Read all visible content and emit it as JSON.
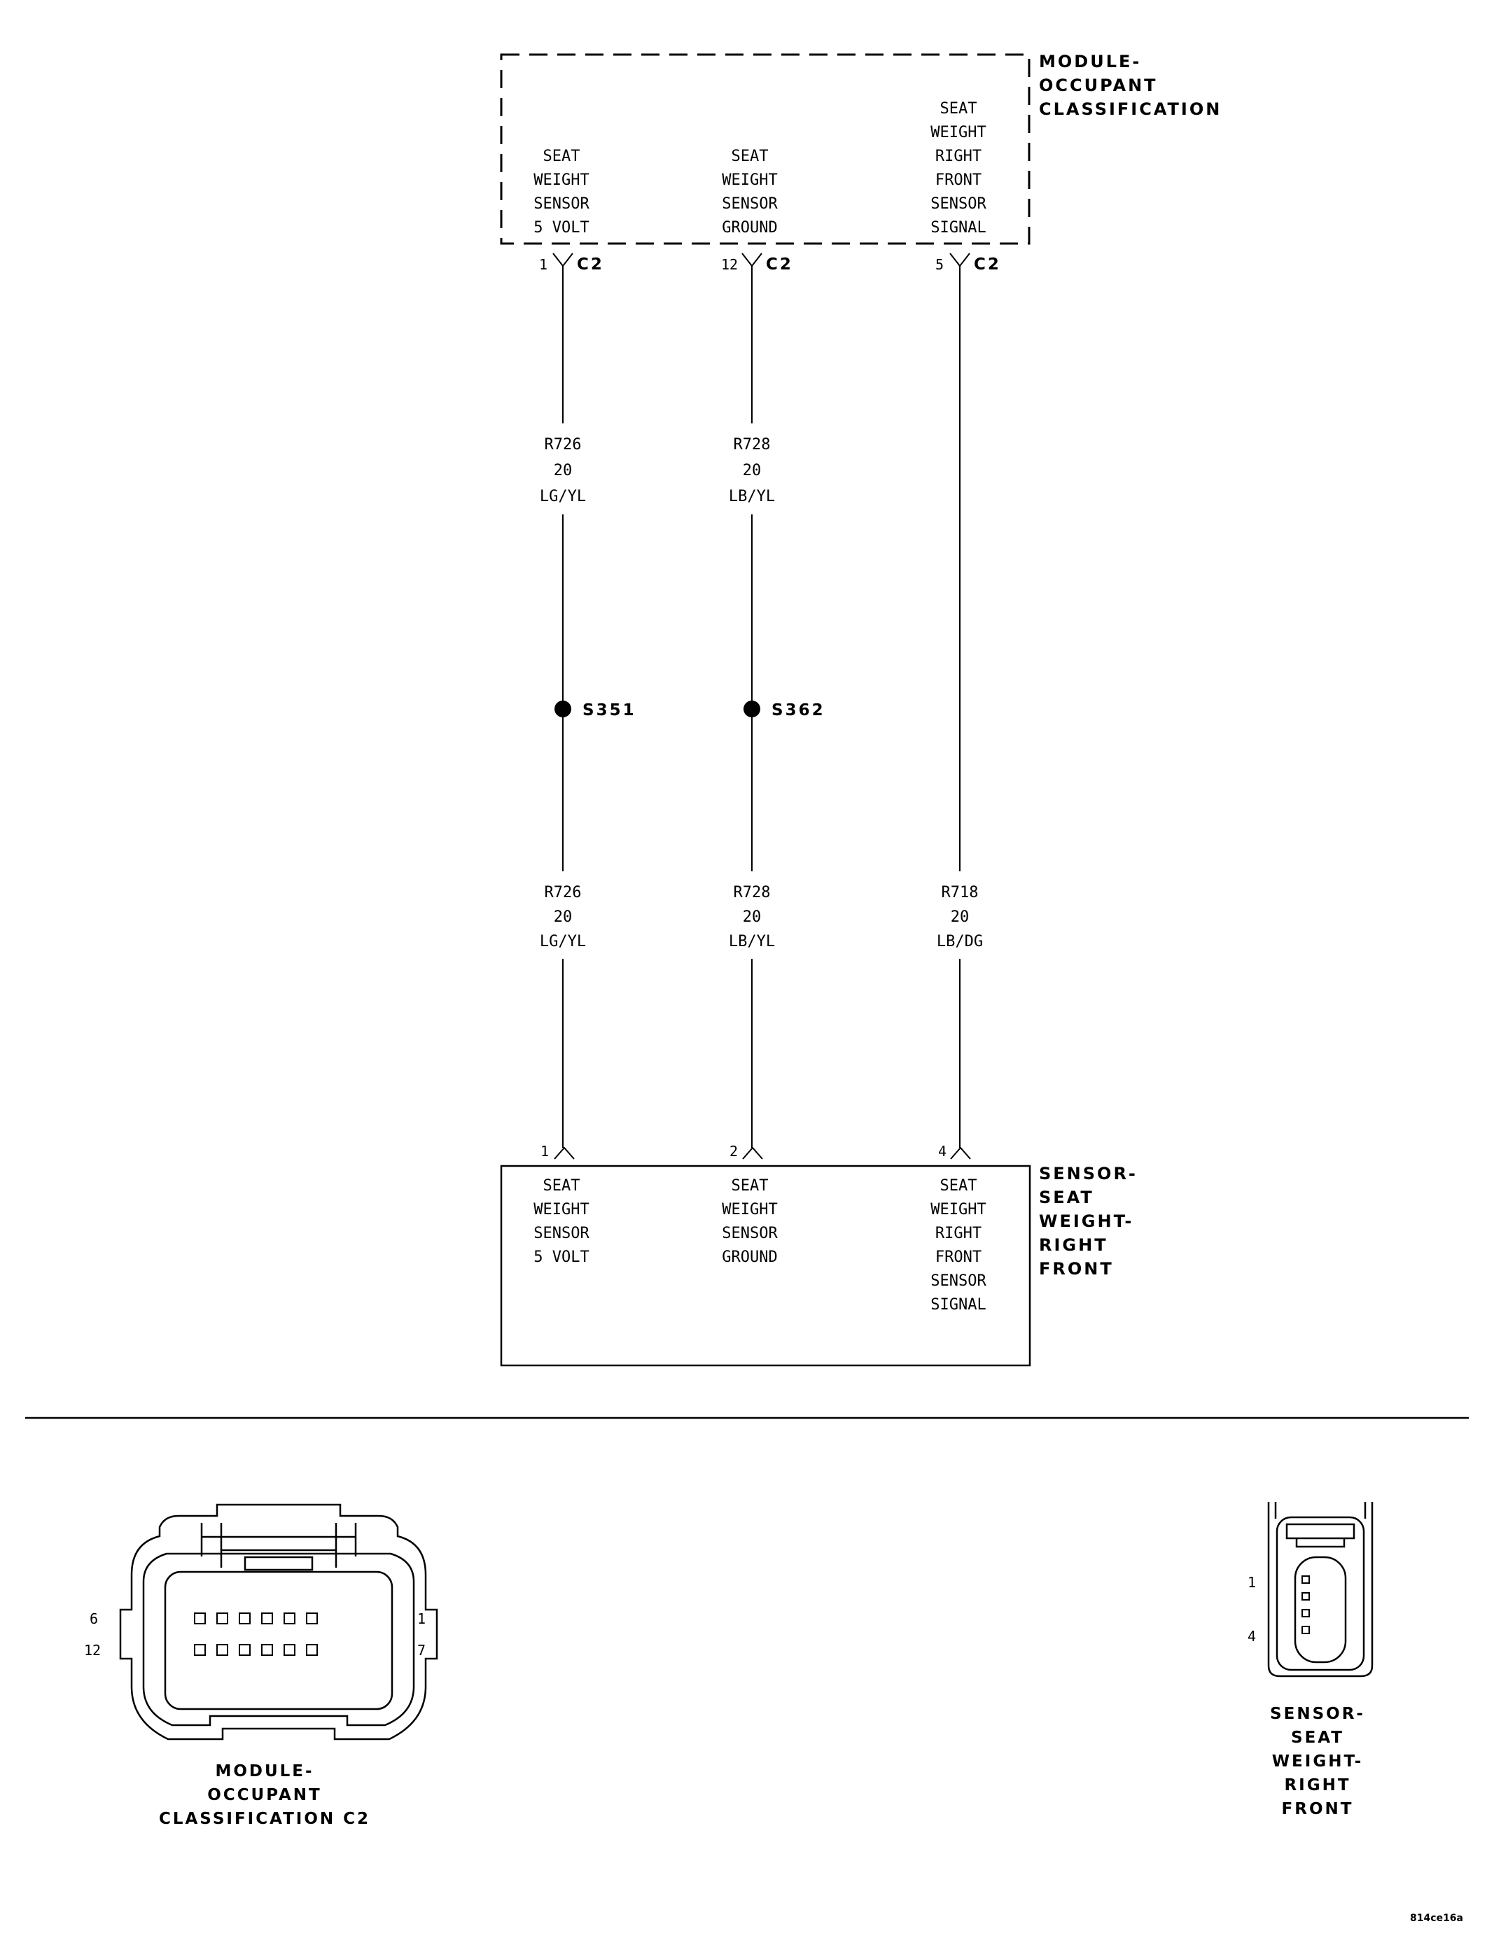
{
  "module": {
    "title_lines": [
      "MODULE-",
      "OCCUPANT",
      "CLASSIFICATION"
    ],
    "connector": "C2",
    "pins": [
      {
        "pin": "1",
        "label_lines": [
          "SEAT",
          "WEIGHT",
          "SENSOR",
          "5 VOLT"
        ]
      },
      {
        "pin": "12",
        "label_lines": [
          "SEAT",
          "WEIGHT",
          "SENSOR",
          "GROUND"
        ]
      },
      {
        "pin": "5",
        "label_lines": [
          "SEAT",
          "WEIGHT",
          "RIGHT",
          "FRONT",
          "SENSOR",
          "SIGNAL"
        ]
      }
    ]
  },
  "wires": [
    {
      "upper": [
        "R726",
        "20",
        "LG/YL"
      ],
      "splice": "S351",
      "lower": [
        "R726",
        "20",
        "LG/YL"
      ]
    },
    {
      "upper": [
        "R728",
        "20",
        "LB/YL"
      ],
      "splice": "S362",
      "lower": [
        "R728",
        "20",
        "LB/YL"
      ]
    },
    {
      "upper": [],
      "splice": "",
      "lower": [
        "R718",
        "20",
        "LB/DG"
      ]
    }
  ],
  "sensor": {
    "title_lines": [
      "SENSOR-",
      "SEAT",
      "WEIGHT-",
      "RIGHT",
      "FRONT"
    ],
    "pins": [
      {
        "pin": "1",
        "label_lines": [
          "SEAT",
          "WEIGHT",
          "SENSOR",
          "5 VOLT"
        ]
      },
      {
        "pin": "2",
        "label_lines": [
          "SEAT",
          "WEIGHT",
          "SENSOR",
          "GROUND"
        ]
      },
      {
        "pin": "4",
        "label_lines": [
          "SEAT",
          "WEIGHT",
          "RIGHT",
          "FRONT",
          "SENSOR",
          "SIGNAL"
        ]
      }
    ]
  },
  "connector_views": {
    "module": {
      "caption_lines": [
        "MODULE-",
        "OCCUPANT",
        "CLASSIFICATION C2"
      ],
      "pin_labels": {
        "top_left": "6",
        "bottom_left": "12",
        "top_right": "1",
        "bottom_right": "7"
      }
    },
    "sensor": {
      "caption_lines": [
        "SENSOR-",
        "SEAT",
        "WEIGHT-",
        "RIGHT",
        "FRONT"
      ],
      "pin_labels": {
        "top": "1",
        "bottom": "4"
      }
    }
  },
  "reference_code": "814ce16a"
}
